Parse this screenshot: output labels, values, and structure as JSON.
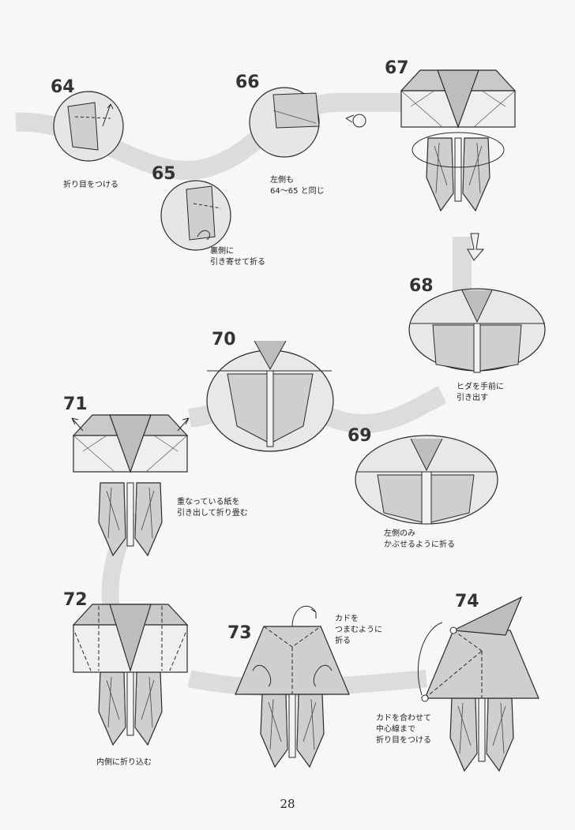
{
  "page_number": "28",
  "steps": [
    {
      "number": "64",
      "caption": "折り目をつける"
    },
    {
      "number": "65",
      "caption": "裏側に\n引き寄せて折る"
    },
    {
      "number": "66",
      "caption": "左側も\n64〜65 と同じ"
    },
    {
      "number": "67",
      "caption": ""
    },
    {
      "number": "68",
      "caption": "ヒダを手前に\n引き出す"
    },
    {
      "number": "69",
      "caption": "左側のみ\nかぶせるように折る"
    },
    {
      "number": "70",
      "caption": ""
    },
    {
      "number": "71",
      "caption": "重なっている紙を\n引き出して折り畳む"
    },
    {
      "number": "72",
      "caption": "内側に折り込む"
    },
    {
      "number": "73",
      "caption": "カドを\nつまむように\n折る"
    },
    {
      "number": "74",
      "caption": "カドを合わせて\n中心線まで\n折り目をつける"
    }
  ],
  "colors": {
    "paper": "#d2d2d2",
    "paper_light": "#ededed",
    "flow_path": "#dcdcdc",
    "line": "#2a2a2a"
  }
}
